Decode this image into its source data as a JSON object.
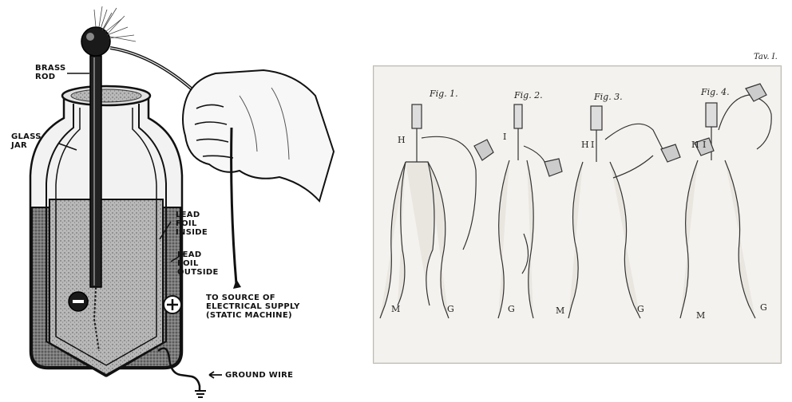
{
  "leyden_jar": {
    "labels": {
      "brass_rod": "BRASS\nROD",
      "glass_jar": "GLASS\nJAR",
      "lead_foil_inside": "LEAD\nFOIL\nINSIDE",
      "lead_foil_outside": "LEAD\nFOIL\nOUTSIDE",
      "source": "TO SOURCE OF\nELECTRICAL SUPPLY\n(STATIC MACHINE)",
      "ground_wire": "GROUND WIRE"
    },
    "minus_symbol": "−",
    "plus_symbol": "+"
  },
  "galvani_plate": {
    "plate_number": "Tav. I.",
    "figures": [
      {
        "caption": "Fig. 1.",
        "letters": [
          "H",
          "M",
          "G"
        ]
      },
      {
        "caption": "Fig. 2.",
        "letters": [
          "I",
          "G"
        ]
      },
      {
        "caption": "Fig. 3.",
        "letters": [
          "H",
          "I",
          "M",
          "G"
        ]
      },
      {
        "caption": "Fig. 4.",
        "letters": [
          "H",
          "I",
          "M",
          "G"
        ]
      }
    ]
  },
  "colors": {
    "ink": "#111111",
    "foil_fill": "#6e6e6e",
    "plate_paper": "#f4f2ee"
  }
}
